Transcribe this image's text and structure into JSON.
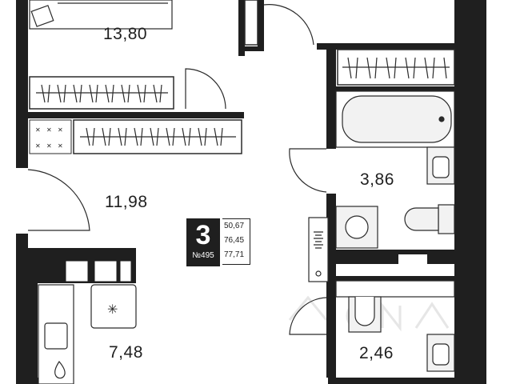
{
  "rooms": [
    {
      "id": "room-1",
      "area": "13,80"
    },
    {
      "id": "room-2",
      "area": "11,98"
    },
    {
      "id": "bathroom",
      "area": "3,86"
    },
    {
      "id": "kitchen",
      "area": "7,48"
    },
    {
      "id": "wc",
      "area": "2,46"
    }
  ],
  "apartment": {
    "room_count": "3",
    "number": "№495",
    "areas": [
      "50,67",
      "76,45",
      "77,71"
    ]
  },
  "colors": {
    "wall": "#1f1f1f",
    "line": "#2a2a2a",
    "fixture_fill": "#f2f2f2",
    "watermark": "#e6e6e6"
  }
}
